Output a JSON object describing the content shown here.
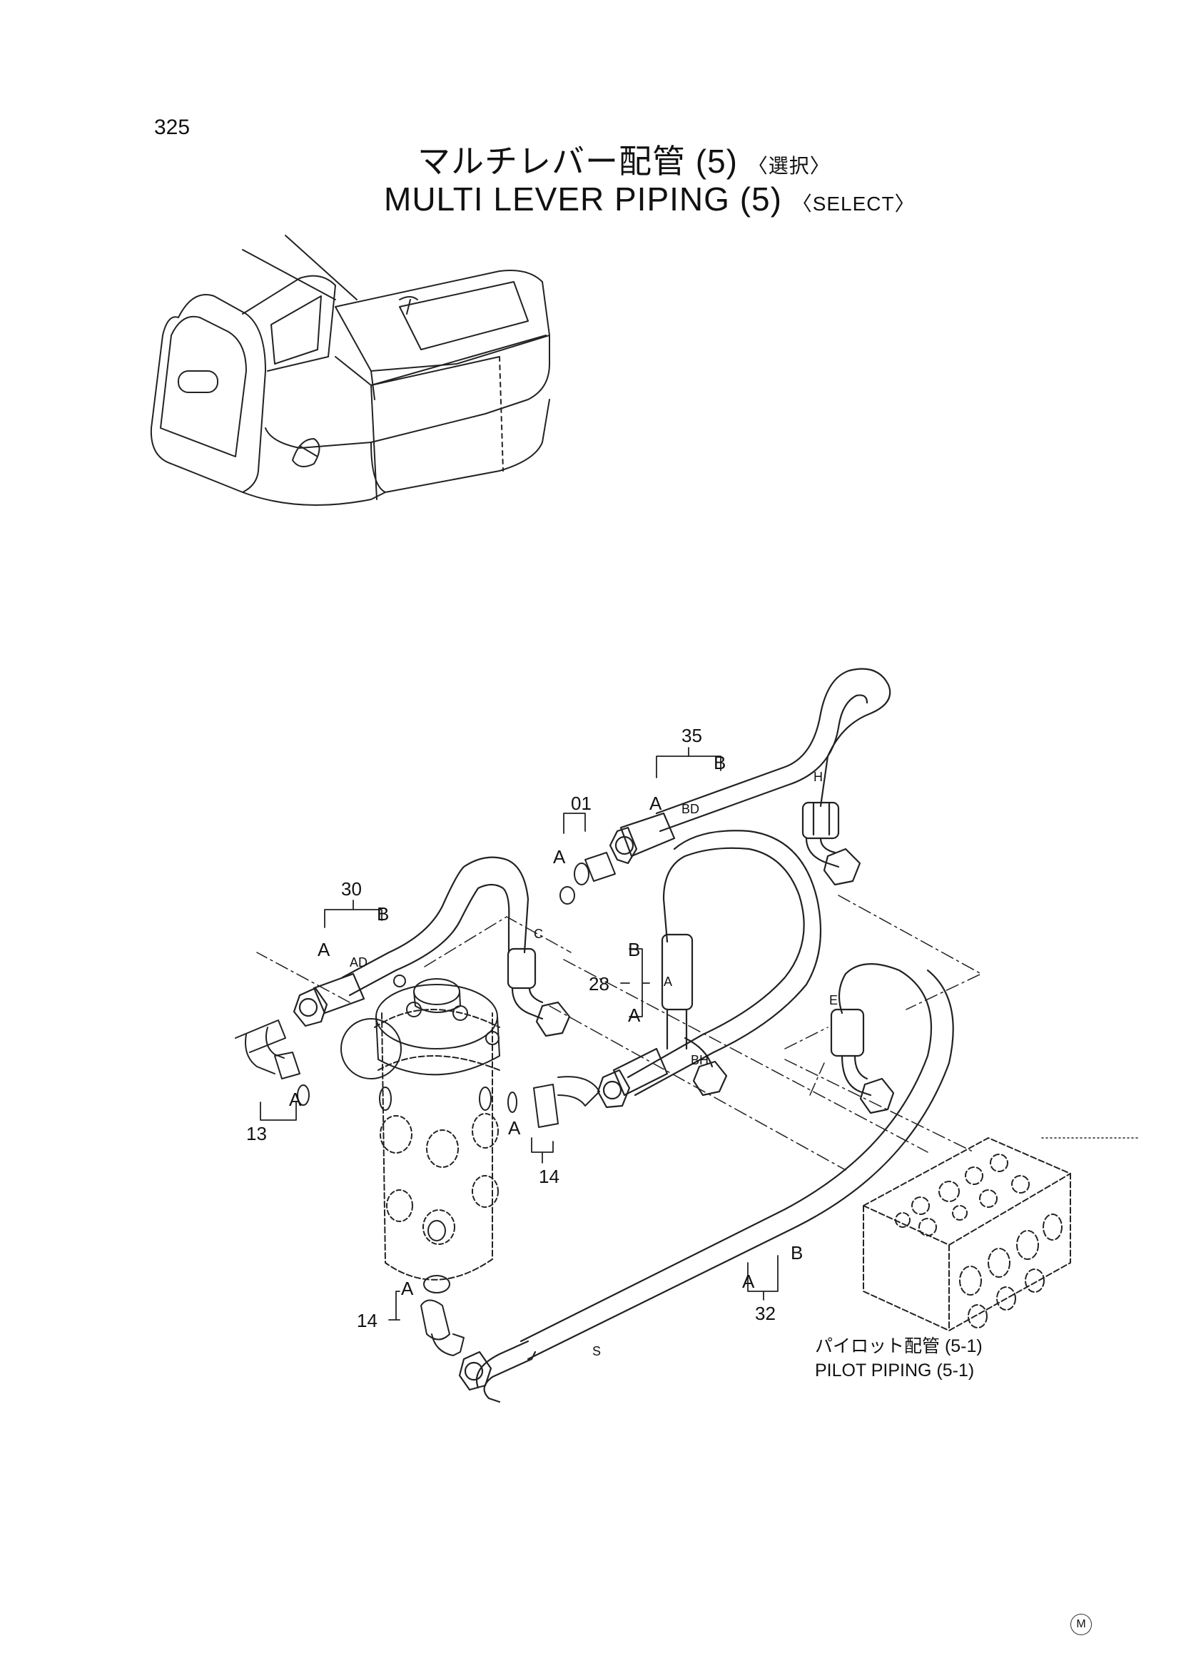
{
  "page": {
    "number": "325",
    "title_jp": "マルチレバー配管 (5)",
    "title_jp_suffix": "〈選択〉",
    "title_en": "MULTI LEVER PIPING (5)",
    "title_en_suffix": "〈SELECT〉"
  },
  "callouts": {
    "p35": "35",
    "p01": "01",
    "p30": "30",
    "p28": "28",
    "p13": "13",
    "p14a": "14",
    "p14b": "14",
    "p32": "32"
  },
  "letters": {
    "a": "A",
    "b": "B",
    "bd": "BD",
    "ad": "AD",
    "bh": "BH",
    "c": "C",
    "e": "E",
    "h": "H",
    "s": "S"
  },
  "reference": {
    "jp": "パイロット配管 (5-1)",
    "en": "PILOT PIPING (5-1)"
  },
  "footer_mark": "M"
}
